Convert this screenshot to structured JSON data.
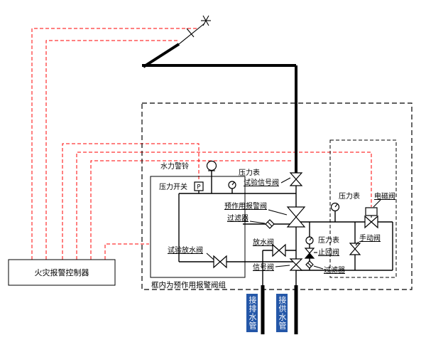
{
  "diagram": {
    "controller": {
      "label": "火灾报警控制器"
    },
    "group_caption": "框内为预作用报警阀组",
    "components": {
      "hydraulic_bell": "水力警铃",
      "pressure_gauge_1": "压力表",
      "test_signal_valve": "试验信号阀",
      "pressure_switch": "压力开关",
      "pressure_switch_symbol": "P",
      "preaction_valve": "预作用报警阀",
      "filter_1": "过滤器",
      "test_drain_valve": "试验放水阀",
      "drain_valve": "放水阀",
      "signal_valve": "信号阀",
      "pressure_gauge_2": "压力表",
      "solenoid_valve": "电磁阀",
      "pressure_gauge_3": "压力表",
      "check_valve": "止回阀",
      "manual_valve": "手动阀",
      "filter_2": "过滤器"
    },
    "pipes": {
      "drain_label": "接排水管",
      "supply_label": "接供水管"
    },
    "colors": {
      "pipe": "#000000",
      "signal_line": "#ff0000",
      "highlight_bg": "#2457a8",
      "highlight_text": "#ffffff"
    }
  }
}
